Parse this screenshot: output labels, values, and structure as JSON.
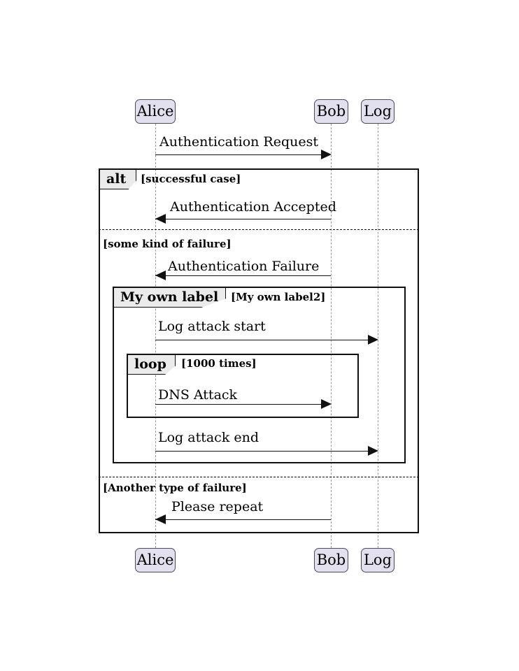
{
  "diagram": {
    "type": "uml-sequence-diagram",
    "background_color": "#ffffff",
    "participant_fill": "#e2e0ee",
    "participant_border": "#4a4a58",
    "fragment_tab_fill": "#ebebeb",
    "line_color": "#111111",
    "lifeline_color": "#9a9a9a"
  },
  "participants": [
    {
      "id": "alice",
      "label": "Alice"
    },
    {
      "id": "bob",
      "label": "Bob"
    },
    {
      "id": "log",
      "label": "Log"
    }
  ],
  "participants_bottom": [
    {
      "id": "alice",
      "label": "Alice"
    },
    {
      "id": "bob",
      "label": "Bob"
    },
    {
      "id": "log",
      "label": "Log"
    }
  ],
  "messages": [
    {
      "id": "m1",
      "label": "Authentication Request",
      "from": "alice",
      "to": "bob",
      "direction": "right"
    },
    {
      "id": "m2",
      "label": "Authentication Accepted",
      "from": "bob",
      "to": "alice",
      "direction": "left"
    },
    {
      "id": "m3",
      "label": "Authentication Failure",
      "from": "bob",
      "to": "alice",
      "direction": "left"
    },
    {
      "id": "m4",
      "label": "Log attack start",
      "from": "alice",
      "to": "log",
      "direction": "right"
    },
    {
      "id": "m5",
      "label": "DNS Attack",
      "from": "alice",
      "to": "bob",
      "direction": "right"
    },
    {
      "id": "m6",
      "label": "Log attack end",
      "from": "alice",
      "to": "log",
      "direction": "right"
    },
    {
      "id": "m7",
      "label": "Please repeat",
      "from": "bob",
      "to": "alice",
      "direction": "left"
    }
  ],
  "fragments": [
    {
      "id": "alt-outer",
      "operator": "alt",
      "guards": [
        "[successful case]",
        "[some kind of failure]",
        "[Another type of failure]"
      ]
    },
    {
      "id": "my-own-label",
      "operator": "My own label",
      "guards": [
        "[My own label2]"
      ]
    },
    {
      "id": "loop-inner",
      "operator": "loop",
      "guards": [
        "[1000 times]"
      ]
    }
  ]
}
